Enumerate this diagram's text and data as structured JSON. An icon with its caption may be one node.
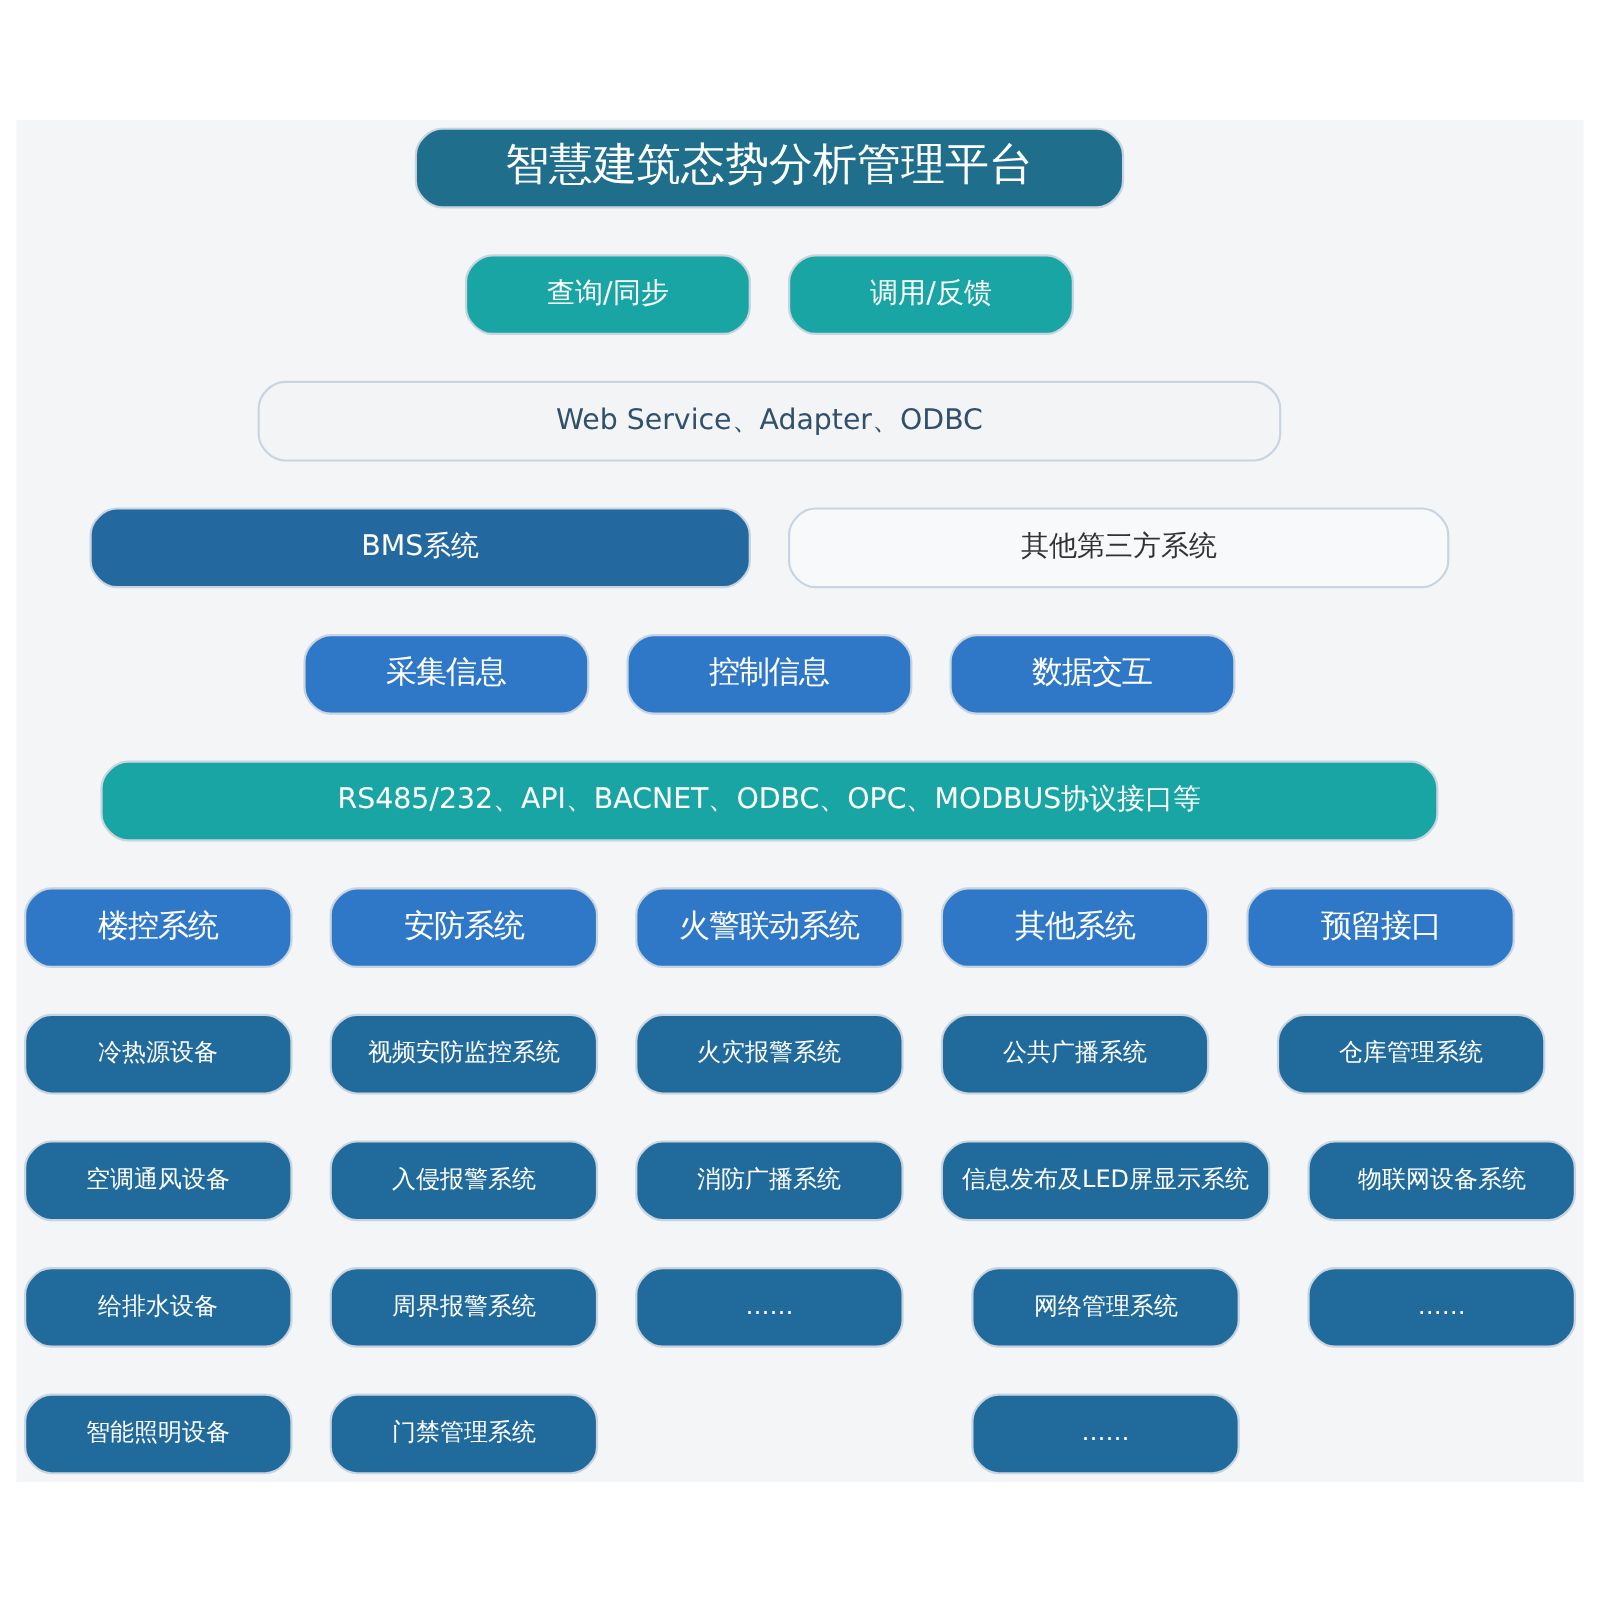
{
  "diagram": {
    "nodes": [
      {
        "text": [
          "智慧建筑态势分析管理平台"
        ]
      },
      {
        "text": [
          "查询/同步"
        ]
      },
      {
        "text": [
          "调用/反馈"
        ]
      },
      {
        "text": [
          "Web Service、Adapter、ODBC"
        ]
      },
      {
        "text": [
          "BMS系统"
        ]
      },
      {
        "text": [
          "其他第三方系统"
        ]
      },
      {
        "text": [
          "采集信息"
        ]
      },
      {
        "text": [
          "控制信息"
        ]
      },
      {
        "text": [
          "数据交互"
        ]
      },
      {
        "text": [
          "RS485/232、API、BACNET、ODBC、OPC、MODBUS协议接口等"
        ]
      },
      {
        "text": [
          "楼控系统"
        ]
      },
      {
        "text": [
          "冷热源设备"
        ]
      },
      {
        "text": [
          "空调通风设备"
        ]
      },
      {
        "text": [
          "给排水设备"
        ]
      },
      {
        "text": [
          "智能照明设备"
        ]
      },
      {
        "text": [
          "安防系统"
        ]
      },
      {
        "text": [
          "视频安防监控系统"
        ]
      },
      {
        "text": [
          "入侵报警系统"
        ]
      },
      {
        "text": [
          "周界报警系统"
        ]
      },
      {
        "text": [
          "门禁管理系统"
        ]
      },
      {
        "text": [
          "火警联动系统"
        ]
      },
      {
        "text": [
          "火灾报警系统"
        ]
      },
      {
        "text": [
          "消防广播系统"
        ]
      },
      {
        "text": [
          "……"
        ]
      },
      {
        "text": [
          "其他系统"
        ]
      },
      {
        "text": [
          "公共广播系统"
        ]
      },
      {
        "text": [
          "信息发布及LED屏显示系统"
        ]
      },
      {
        "text": [
          "网络管理系统"
        ]
      },
      {
        "text": [
          "……"
        ]
      },
      {
        "text": [
          "预留接口"
        ]
      },
      {
        "text": [
          "仓库管理系统"
        ]
      },
      {
        "text": [
          "物联网设备系统"
        ]
      },
      {
        "text": [
          "……"
        ]
      }
    ]
  }
}
